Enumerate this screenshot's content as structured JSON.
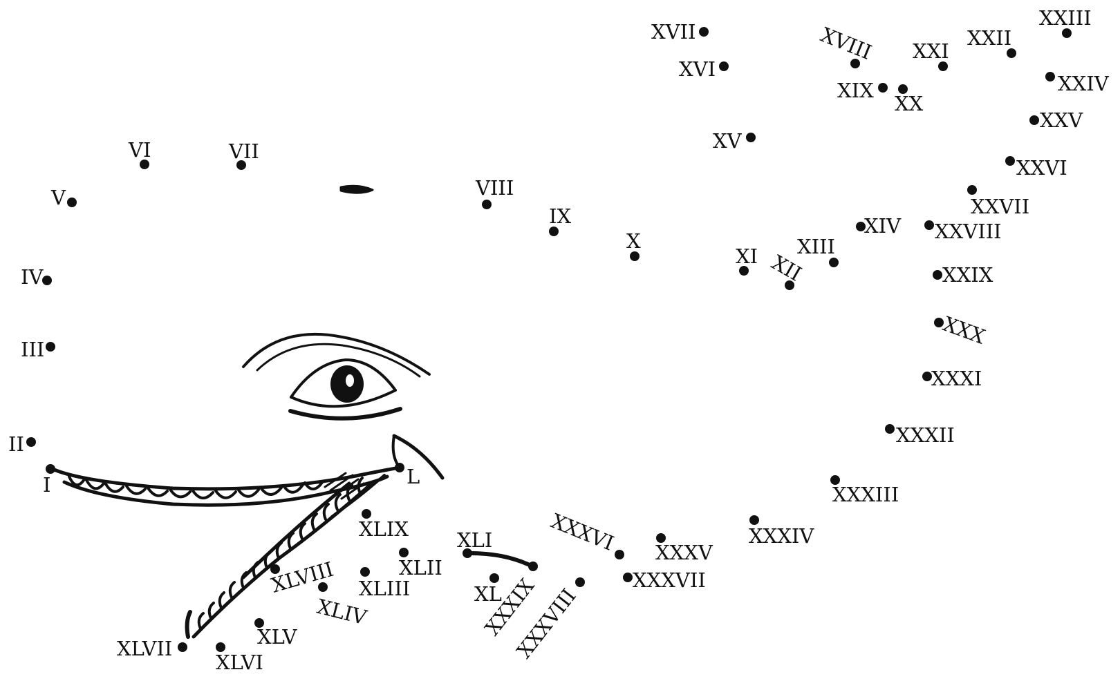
{
  "colors": {
    "ink": "#111111",
    "background": "#ffffff"
  },
  "dots": [
    {
      "n": 1,
      "label": "I"
    },
    {
      "n": 2,
      "label": "II"
    },
    {
      "n": 3,
      "label": "III"
    },
    {
      "n": 4,
      "label": "IV"
    },
    {
      "n": 5,
      "label": "V"
    },
    {
      "n": 6,
      "label": "VI"
    },
    {
      "n": 7,
      "label": "VII"
    },
    {
      "n": 8,
      "label": "VIII"
    },
    {
      "n": 9,
      "label": "IX"
    },
    {
      "n": 10,
      "label": "X"
    },
    {
      "n": 11,
      "label": "XI"
    },
    {
      "n": 12,
      "label": "XII"
    },
    {
      "n": 13,
      "label": "XIII"
    },
    {
      "n": 14,
      "label": "XIV"
    },
    {
      "n": 15,
      "label": "XV"
    },
    {
      "n": 16,
      "label": "XVI"
    },
    {
      "n": 17,
      "label": "XVII"
    },
    {
      "n": 18,
      "label": "XVIII"
    },
    {
      "n": 19,
      "label": "XIX"
    },
    {
      "n": 20,
      "label": "XX"
    },
    {
      "n": 21,
      "label": "XXI"
    },
    {
      "n": 22,
      "label": "XXII"
    },
    {
      "n": 23,
      "label": "XXIII"
    },
    {
      "n": 24,
      "label": "XXIV"
    },
    {
      "n": 25,
      "label": "XXV"
    },
    {
      "n": 26,
      "label": "XXVI"
    },
    {
      "n": 27,
      "label": "XXVII"
    },
    {
      "n": 28,
      "label": "XXVIII"
    },
    {
      "n": 29,
      "label": "XXIX"
    },
    {
      "n": 30,
      "label": "XXX"
    },
    {
      "n": 31,
      "label": "XXXI"
    },
    {
      "n": 32,
      "label": "XXXII"
    },
    {
      "n": 33,
      "label": "XXXIII"
    },
    {
      "n": 34,
      "label": "XXXIV"
    },
    {
      "n": 35,
      "label": "XXXV"
    },
    {
      "n": 36,
      "label": "XXXVI"
    },
    {
      "n": 37,
      "label": "XXXVII"
    },
    {
      "n": 38,
      "label": "XXXVIII"
    },
    {
      "n": 39,
      "label": "XXXIX"
    },
    {
      "n": 40,
      "label": "XL"
    },
    {
      "n": 41,
      "label": "XLI"
    },
    {
      "n": 42,
      "label": "XLII"
    },
    {
      "n": 43,
      "label": "XLIII"
    },
    {
      "n": 44,
      "label": "XLIV"
    },
    {
      "n": 45,
      "label": "XLV"
    },
    {
      "n": 46,
      "label": "XLVI"
    },
    {
      "n": 47,
      "label": "XLVII"
    },
    {
      "n": 48,
      "label": "XLVIII"
    },
    {
      "n": 49,
      "label": "XLIX"
    },
    {
      "n": 50,
      "label": "L"
    }
  ]
}
